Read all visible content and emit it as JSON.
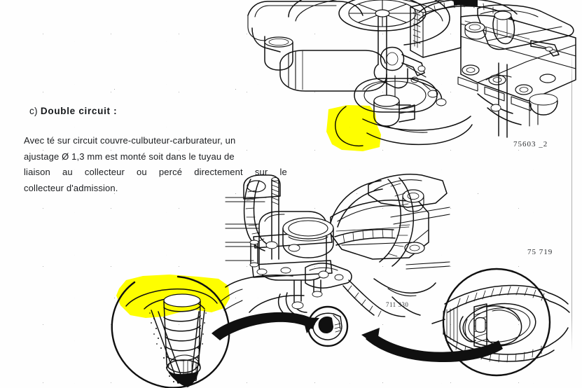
{
  "page": {
    "kind": "scanned-manual-page",
    "background_color": "#fefefe",
    "ink_color": "#101010",
    "highlight_color": "#FFFF00"
  },
  "section": {
    "label_prefix": "c)",
    "heading": "Double circuit :"
  },
  "paragraph": {
    "lines": [
      "Avec té sur circuit couvre-culbuteur-carburateur, un",
      "ajustage Ø 1,3 mm est monté soit dans le tuyau de",
      "liaison au collecteur ou percé directement sur le",
      "collecteur d'admission."
    ],
    "line3_words": [
      "liaison",
      "au",
      "collecteur",
      "ou",
      "percé",
      "directement",
      "sur",
      "le"
    ],
    "full_text": "Avec té sur circuit couvre-culbuteur-carburateur, un ajustage Ø 1,3 mm est monté soit dans le tuyau de liaison au collecteur ou percé directement sur le collecteur d'admission."
  },
  "figures": [
    {
      "id": "top-engine-view",
      "reference": "75603 _2",
      "caption_position": "right",
      "description": "Vue du moteur avec couvre-culbuteur, carburateur et collecteur d'admission"
    },
    {
      "id": "middle-carburettor-view",
      "reference": "75 719",
      "inner_reference": "711 330",
      "caption_position": "right",
      "description": "Vue rapprochée du carburateur et des durites de liaison"
    },
    {
      "id": "detail-left-jet",
      "reference": "",
      "description": "Détail en coupe : ajustage fileté dans le tuyau"
    },
    {
      "id": "detail-right-pipe",
      "reference": "",
      "description": "Détail en coupe : ajustage percé dans le tuyau de liaison"
    }
  ],
  "annotations": {
    "highlights": [
      {
        "name": "highlight-top-fitting",
        "target": "top-engine-view",
        "color": "#FFFF00"
      },
      {
        "name": "highlight-detail-jet",
        "target": "detail-left-jet",
        "color": "#FFFF00"
      }
    ],
    "arrows": [
      {
        "name": "arrow-from-left-detail",
        "direction": "right"
      },
      {
        "name": "arrow-from-right-detail",
        "direction": "left"
      }
    ]
  },
  "references": {
    "top": "75603 _2",
    "middle": "75 719",
    "inner": "711 330"
  }
}
